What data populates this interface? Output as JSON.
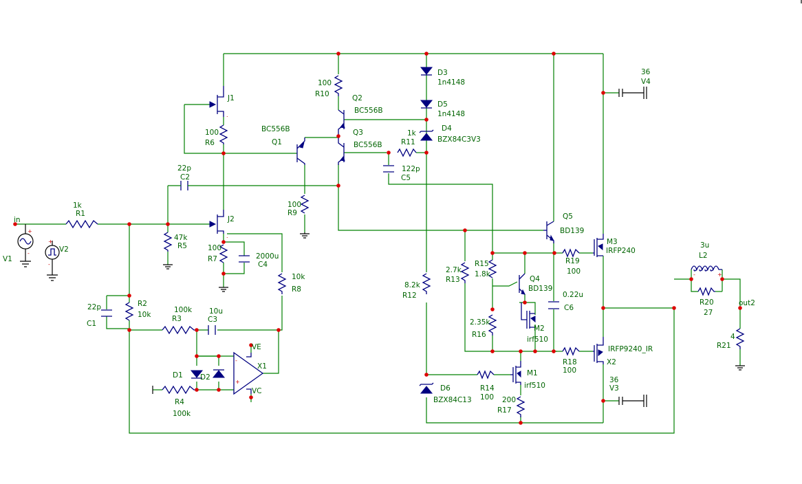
{
  "labels": {
    "in": "in",
    "v1": "V1",
    "v2": "V2",
    "r1_val": "1k",
    "r1": "R1",
    "r5_val": "47k",
    "r5": "R5",
    "c2_val": "22p",
    "c2": "C2",
    "j1": "J1",
    "j2": "J2",
    "r6_val": "100",
    "r6": "R6",
    "r7_val": "100",
    "r7": "R7",
    "c4_val": "2000u",
    "c4": "C4",
    "r8_val": "10k",
    "r8": "R8",
    "q1_type": "BC556B",
    "q1": "Q1",
    "r9_val": "100",
    "r9": "R9",
    "r10_val": "100",
    "r10": "R10",
    "q2": "Q2",
    "q2_type": "BC556B",
    "q3": "Q3",
    "q3_type": "BC556B",
    "d3": "D3",
    "d3_type": "1n4148",
    "d5": "D5",
    "d5_type": "1n4148",
    "r11_val": "1k",
    "r11": "R11",
    "d4": "D4",
    "d4_type": "BZX84C3V3",
    "c5_val": "122p",
    "c5": "C5",
    "c1_val": "22p",
    "c1": "C1",
    "r2": "R2",
    "r2_val": "10k",
    "r3_val": "100k",
    "r3": "R3",
    "c3_val": "10u",
    "c3": "C3",
    "d1": "D1",
    "d2": "D2",
    "ve": "VE",
    "vc": "VC",
    "x1": "X1",
    "r4": "R4",
    "r4_val": "100k",
    "r12_val": "8.2k",
    "r12": "R12",
    "d6": "D6",
    "d6_type": "BZX84C13",
    "r13_val": "2.7k",
    "r13": "R13",
    "r15": "R15",
    "r15_val": "1.8k",
    "r16_val": "2.35k",
    "r16": "R16",
    "q4": "Q4",
    "q4_type": "BD139",
    "m2": "M2",
    "m2_type": "irf510",
    "r14": "R14",
    "r14_val": "100",
    "m1": "M1",
    "m1_type": "irf510",
    "r17_val": "200",
    "r17": "R17",
    "q5": "Q5",
    "q5_type": "BD139",
    "c6_val": "0.22u",
    "c6": "C6",
    "r19": "R19",
    "r19_val": "100",
    "m3": "M3",
    "m3_type": "IRFP240",
    "r18": "R18",
    "r18_val": "100",
    "x2_type": "IRFP9240_IR",
    "x2": "X2",
    "v4_val": "36",
    "v4": "V4",
    "v3_val": "36",
    "v3": "V3",
    "l2_val": "3u",
    "l2": "L2",
    "r20": "R20",
    "r20_val": "27",
    "out2": "out2",
    "r21_val": "4",
    "r21": "R21"
  },
  "colors": {
    "wire": "#008000",
    "component": "#000080",
    "node": "#dd0000",
    "label": "#006400",
    "background": "#ffffff"
  }
}
